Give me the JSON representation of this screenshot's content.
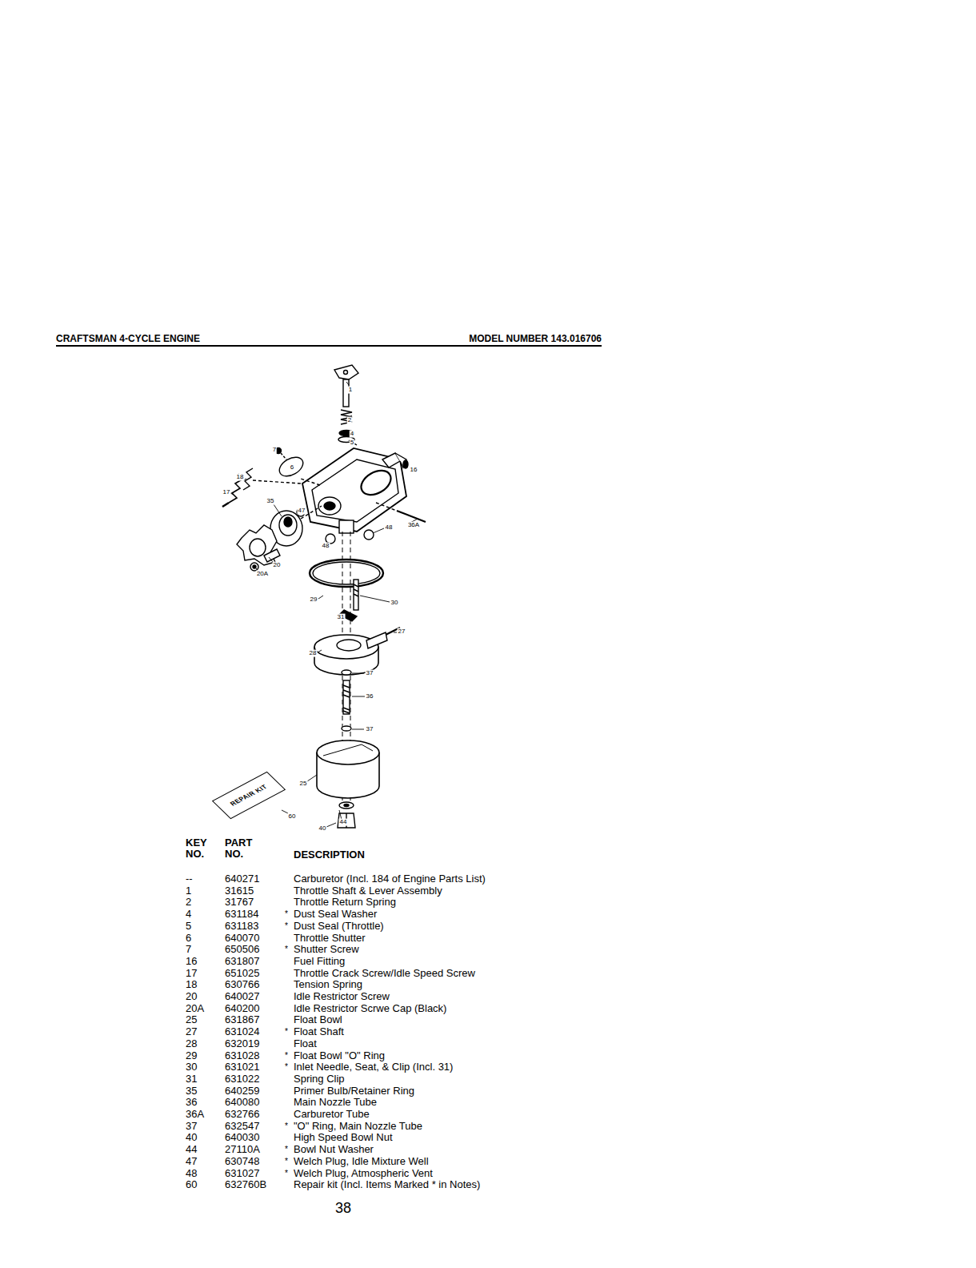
{
  "diagram": {
    "nodes": [
      {
        "text": [
          "REPAIR KIT"
        ]
      }
    ],
    "labels": [
      "CRAFTSMAN 4-CYCLE ENGINE",
      "MODEL NUMBER 143.016706",
      "1",
      "2",
      "4",
      "5",
      "7",
      "6",
      "16",
      "18",
      "17",
      "35",
      "47",
      "20",
      "20A",
      "36A",
      "48",
      "48",
      "29",
      "30",
      "31",
      "27",
      "28",
      "37",
      "36",
      "37",
      "25",
      "44",
      "40",
      "60",
      "KEY NO.",
      "PART NO.",
      "DESCRIPTION",
      "--",
      "640271",
      "Carburetor (Incl. 184 of Engine Parts List)",
      "1",
      "31615",
      "Throttle Shaft & Lever Assembly",
      "2",
      "31767",
      "Throttle Return Spring",
      "4",
      "631184",
      "*",
      "Dust Seal Washer",
      "5",
      "631183",
      "*",
      "Dust Seal (Throttle)",
      "6",
      "640070",
      "Throttle Shutter",
      "7",
      "650506",
      "*",
      "Shutter Screw",
      "16",
      "631807",
      "Fuel Fitting",
      "17",
      "651025",
      "Throttle Crack Screw/Idle Speed Screw",
      "18",
      "630766",
      "Tension Spring",
      "20",
      "640027",
      "Idle Restrictor Screw",
      "20A",
      "640200",
      "Idle Restrictor Scrwe Cap (Black)",
      "25",
      "631867",
      "Float Bowl",
      "27",
      "631024",
      "*",
      "Float Shaft",
      "28",
      "632019",
      "Float",
      "29",
      "631028",
      "*",
      "Float Bowl \"O\" Ring",
      "30",
      "631021",
      "*",
      "Inlet Needle, Seat, & Clip (Incl. 31)",
      "31",
      "631022",
      "Spring Clip",
      "35",
      "640259",
      "Primer Bulb/Retainer Ring",
      "36",
      "640080",
      "Main Nozzle Tube",
      "36A",
      "632766",
      "Carburetor Tube",
      "37",
      "632547",
      "*",
      "\"O\" Ring, Main Nozzle Tube",
      "40",
      "640030",
      "High Speed Bowl Nut",
      "44",
      "27110A",
      "*",
      "Bowl Nut Washer",
      "47",
      "630748",
      "*",
      "Welch Plug, Idle Mixture Well",
      "48",
      "631027",
      "*",
      "Welch Plug, Atmospheric Vent",
      "60",
      "632760B",
      "Repair kit (Incl. Items Marked * in Notes)",
      "38"
    ]
  }
}
